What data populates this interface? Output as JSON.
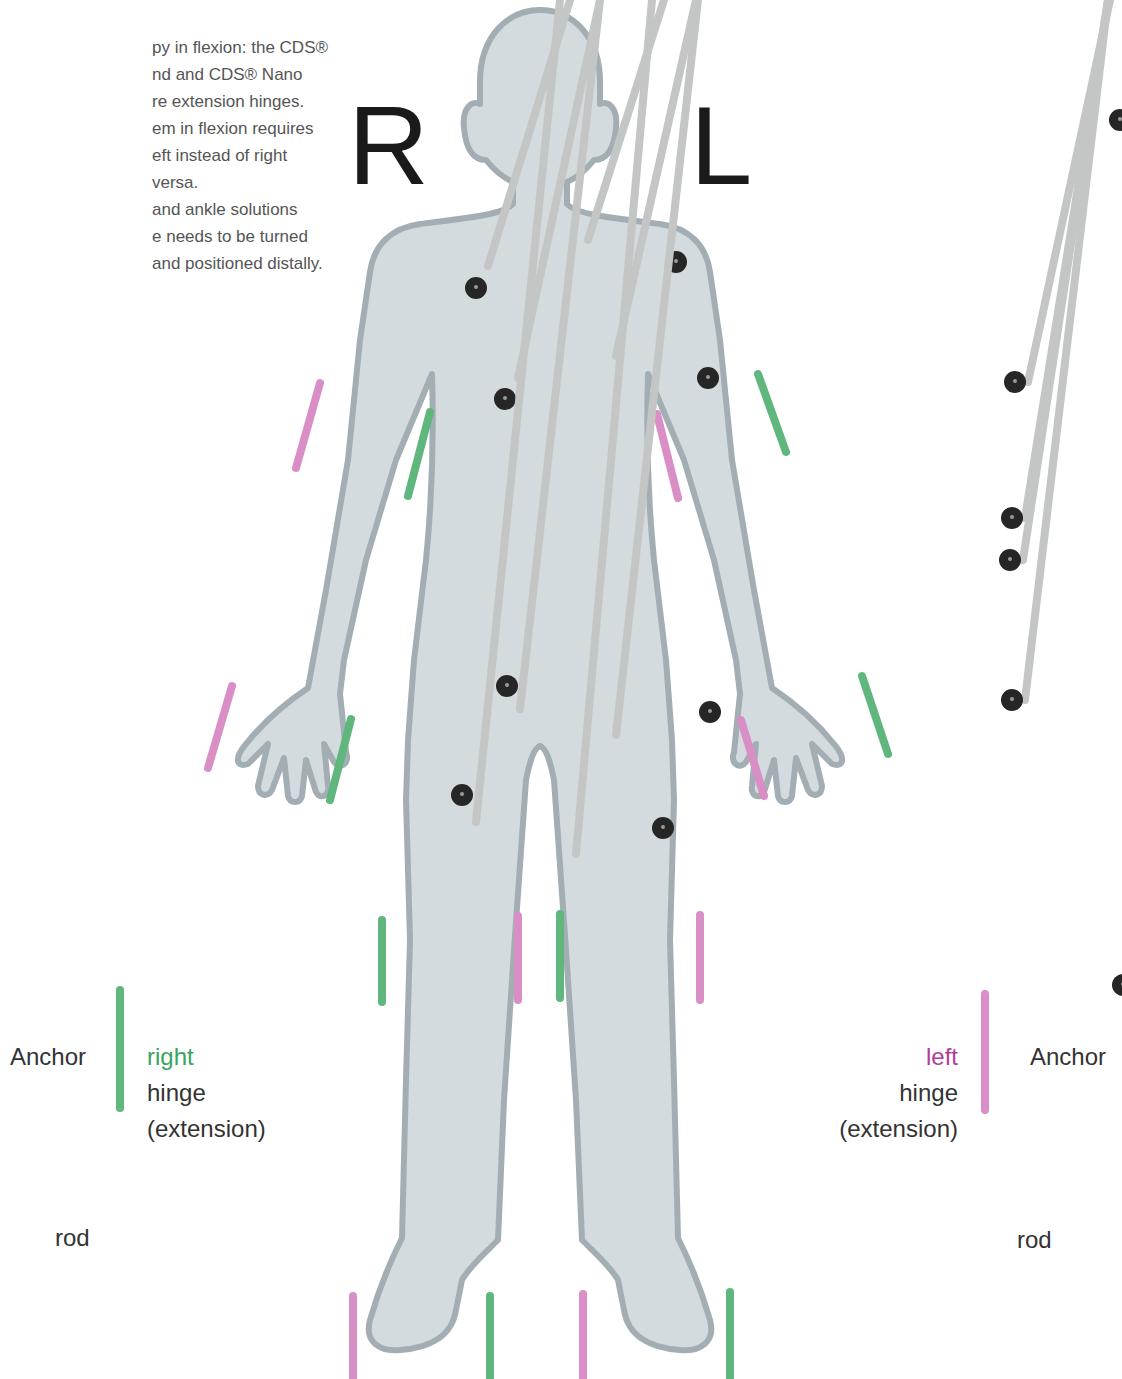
{
  "diagram": {
    "labels": [
      "py in flexion: the CDS®",
      "nd and CDS® Nano",
      "re extension hinges.",
      "em in flexion requires",
      "eft instead of right",
      "versa.",
      "and ankle solutions",
      "e needs to be turned",
      "and positioned distally.",
      "R",
      "L",
      "Anchor",
      "right",
      "hinge (extension)",
      "rod",
      "left",
      "hinge (extension)",
      "Anchor",
      "rod"
    ]
  }
}
